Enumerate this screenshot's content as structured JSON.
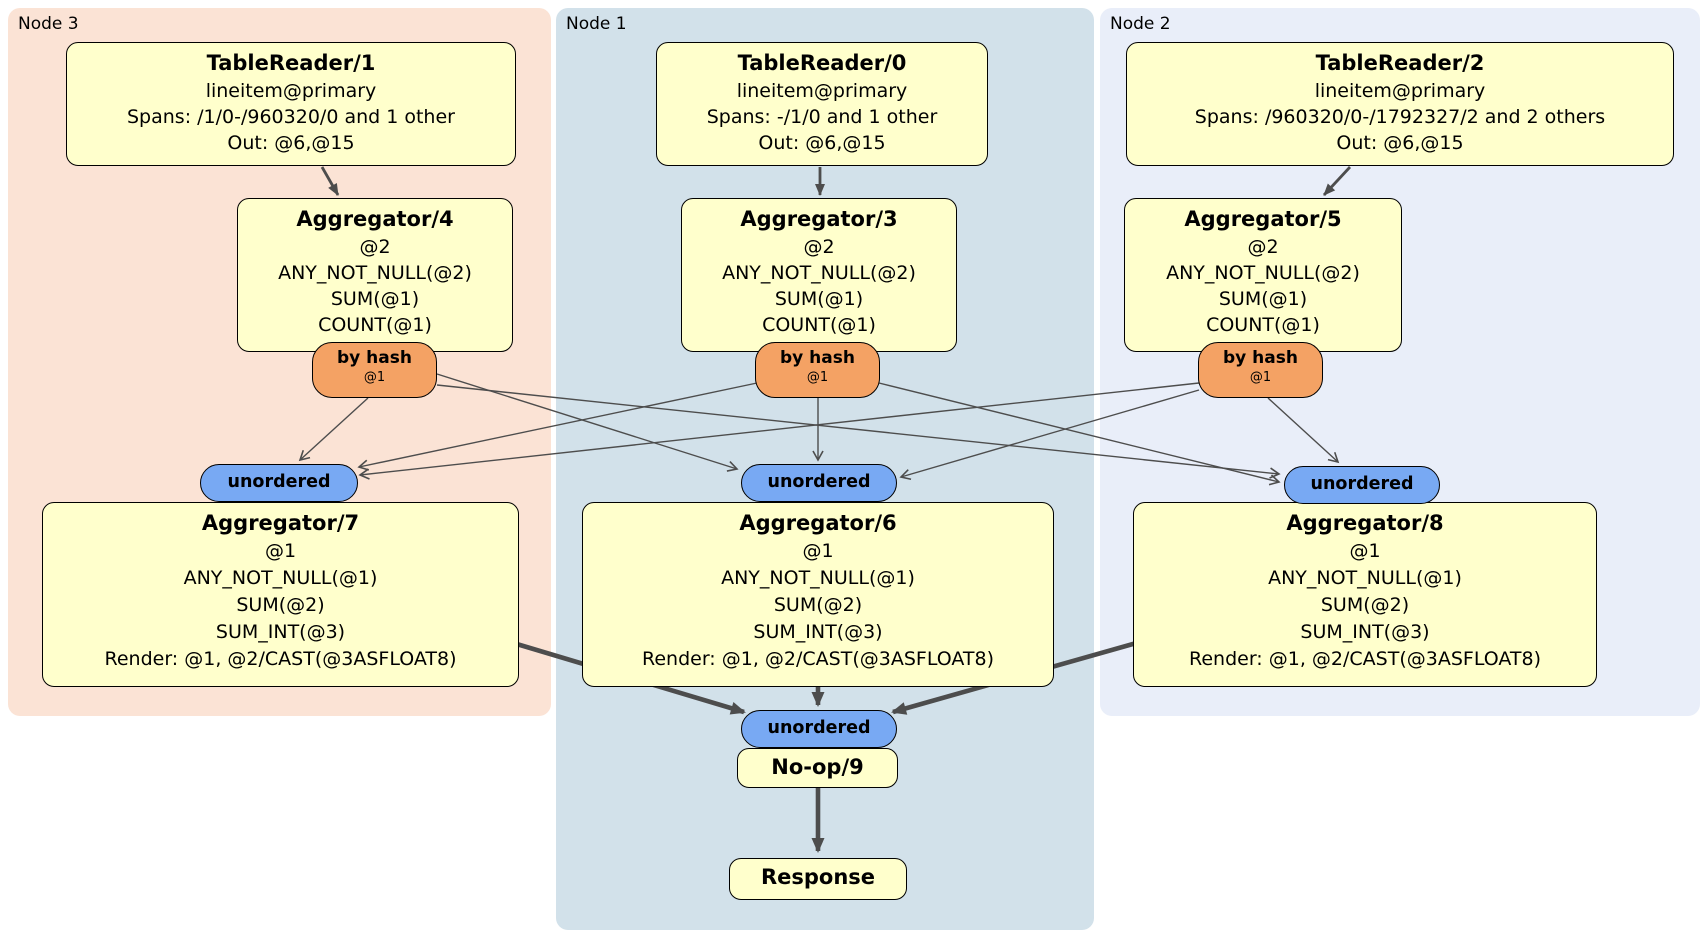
{
  "colors": {
    "node3-bg": "#fbe3d5",
    "node1-bg": "#d2e1ea",
    "node2-bg": "#e9eef9",
    "box-bg": "#ffffcc",
    "router-bg": "#f4a264",
    "sync-bg": "#78a9f3",
    "border": "#000000",
    "edge": "#4d4d4d"
  },
  "regions": {
    "node3": {
      "label": "Node 3"
    },
    "node1": {
      "label": "Node 1"
    },
    "node2": {
      "label": "Node 2"
    }
  },
  "processors": {
    "tr1": {
      "title": "TableReader/1",
      "lines": [
        "lineitem@primary",
        "Spans: /1/0-/960320/0 and 1 other",
        "Out: @6,@15"
      ]
    },
    "tr0": {
      "title": "TableReader/0",
      "lines": [
        "lineitem@primary",
        "Spans: -/1/0 and 1 other",
        "Out: @6,@15"
      ]
    },
    "tr2": {
      "title": "TableReader/2",
      "lines": [
        "lineitem@primary",
        "Spans: /960320/0-/1792327/2 and 2 others",
        "Out: @6,@15"
      ]
    },
    "agg4": {
      "title": "Aggregator/4",
      "lines": [
        "@2",
        "ANY_NOT_NULL(@2)",
        "SUM(@1)",
        "COUNT(@1)"
      ]
    },
    "agg3": {
      "title": "Aggregator/3",
      "lines": [
        "@2",
        "ANY_NOT_NULL(@2)",
        "SUM(@1)",
        "COUNT(@1)"
      ]
    },
    "agg5": {
      "title": "Aggregator/5",
      "lines": [
        "@2",
        "ANY_NOT_NULL(@2)",
        "SUM(@1)",
        "COUNT(@1)"
      ]
    },
    "agg7": {
      "title": "Aggregator/7",
      "lines": [
        "@1",
        "ANY_NOT_NULL(@1)",
        "SUM(@2)",
        "SUM_INT(@3)",
        "Render: @1, @2/CAST(@3ASFLOAT8)"
      ]
    },
    "agg6": {
      "title": "Aggregator/6",
      "lines": [
        "@1",
        "ANY_NOT_NULL(@1)",
        "SUM(@2)",
        "SUM_INT(@3)",
        "Render: @1, @2/CAST(@3ASFLOAT8)"
      ]
    },
    "agg8": {
      "title": "Aggregator/8",
      "lines": [
        "@1",
        "ANY_NOT_NULL(@1)",
        "SUM(@2)",
        "SUM_INT(@3)",
        "Render: @1, @2/CAST(@3ASFLOAT8)"
      ]
    },
    "noop": {
      "title": "No-op/9"
    },
    "response": {
      "title": "Response"
    }
  },
  "router": {
    "label": "by hash",
    "detail": "@1"
  },
  "sync": {
    "label": "unordered"
  }
}
